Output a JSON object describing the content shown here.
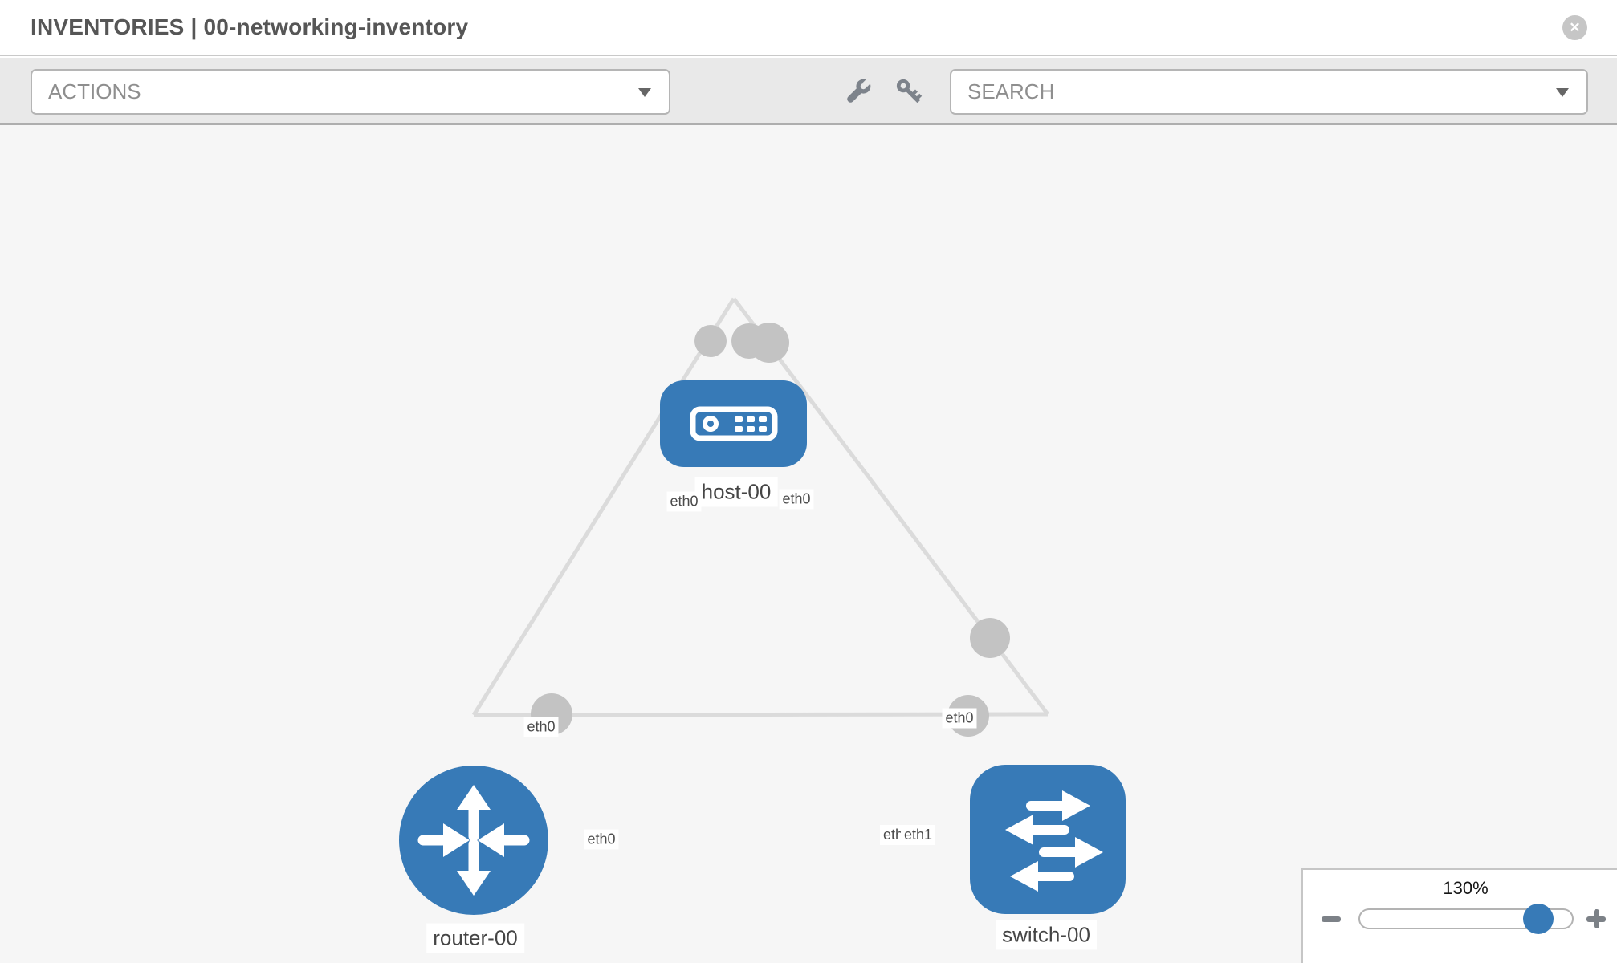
{
  "header": {
    "title": "INVENTORIES | 00-networking-inventory",
    "close_icon": "circle-x"
  },
  "toolbar": {
    "actions_label": "ACTIONS",
    "search_label": "SEARCH",
    "wrench_icon": "wrench",
    "key_icon": "key"
  },
  "topology": {
    "nodes": [
      {
        "id": "host-00",
        "type": "host",
        "label": "host-00",
        "icon": "host-device-icon"
      },
      {
        "id": "router-00",
        "type": "router",
        "label": "router-00",
        "icon": "router-arrows-icon"
      },
      {
        "id": "switch-00",
        "type": "switch",
        "label": "switch-00",
        "icon": "switch-arrows-icon"
      }
    ],
    "links": [
      {
        "source": "host-00",
        "target": "router-00",
        "source_interface": "eth0",
        "target_interface": "eth0"
      },
      {
        "source": "host-00",
        "target": "switch-00",
        "source_interface": "eth0",
        "target_interface": "eth0"
      },
      {
        "source": "router-00",
        "target": "switch-00",
        "source_interface": "eth0",
        "target_interface": "eth1"
      }
    ]
  },
  "zoom_control": {
    "level": "130%",
    "zoom_out_icon": "minus",
    "zoom_in_icon": "plus"
  },
  "colors": {
    "node_blue": "#377ab7",
    "link_gray": "#dbdbdb",
    "bubble_gray": "#c3c3c3",
    "canvas_bg": "#f6f6f6",
    "toolbar_bg": "#e9e9e9"
  }
}
